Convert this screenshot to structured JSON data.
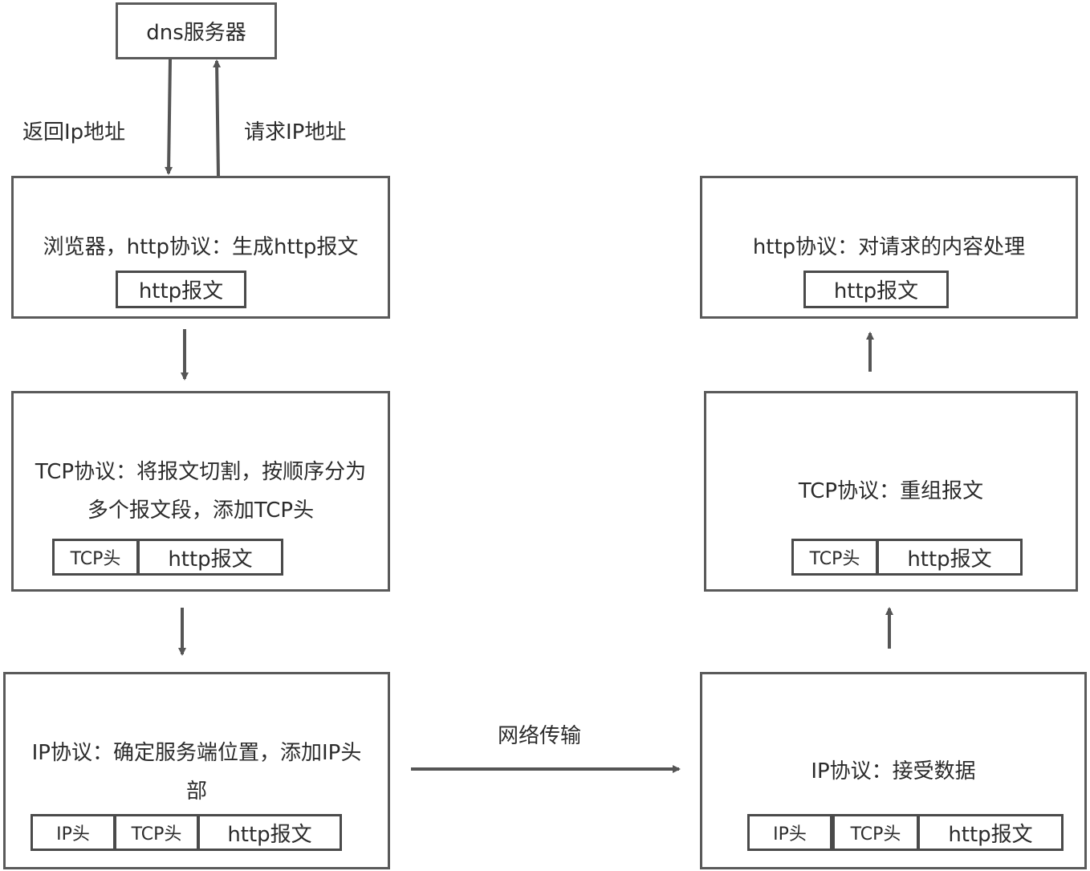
{
  "dns": {
    "label": "dns服务器"
  },
  "edges": {
    "return_ip": "返回Ip地址",
    "request_ip": "请求IP地址",
    "network": "网络传输"
  },
  "sender": {
    "browser": {
      "title": "浏览器，http协议：生成http报文",
      "cells": [
        "http报文"
      ]
    },
    "tcp": {
      "title_line1": "TCP协议：将报文切割，按顺序分为",
      "title_line2": "多个报文段，添加TCP头",
      "cells": [
        "TCP头",
        "http报文"
      ]
    },
    "ip": {
      "title_line1": "IP协议：确定服务端位置，添加IP头",
      "title_line2": "部",
      "cells": [
        "IP头",
        "TCP头",
        "http报文"
      ]
    }
  },
  "receiver": {
    "http": {
      "title": "http协议：对请求的内容处理",
      "cells": [
        "http报文"
      ]
    },
    "tcp": {
      "title": "TCP协议：重组报文",
      "cells": [
        "TCP头",
        "http报文"
      ]
    },
    "ip": {
      "title": "IP协议：接受数据",
      "cells": [
        "IP头",
        "TCP头",
        "http报文"
      ]
    }
  },
  "colors": {
    "stroke": "#5a5a5a",
    "text": "#2b2b2b"
  }
}
